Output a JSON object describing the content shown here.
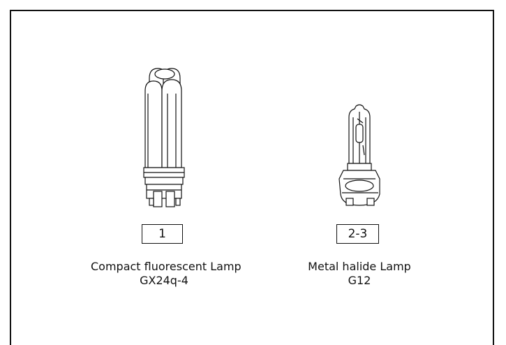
{
  "lamps": [
    {
      "number": "1",
      "name": "Compact fluorescent Lamp",
      "base": "GX24q-4"
    },
    {
      "number": "2-3",
      "name": "Metal halide Lamp",
      "base": "G12"
    }
  ],
  "colors": {
    "line": "#111111",
    "background": "#ffffff"
  }
}
